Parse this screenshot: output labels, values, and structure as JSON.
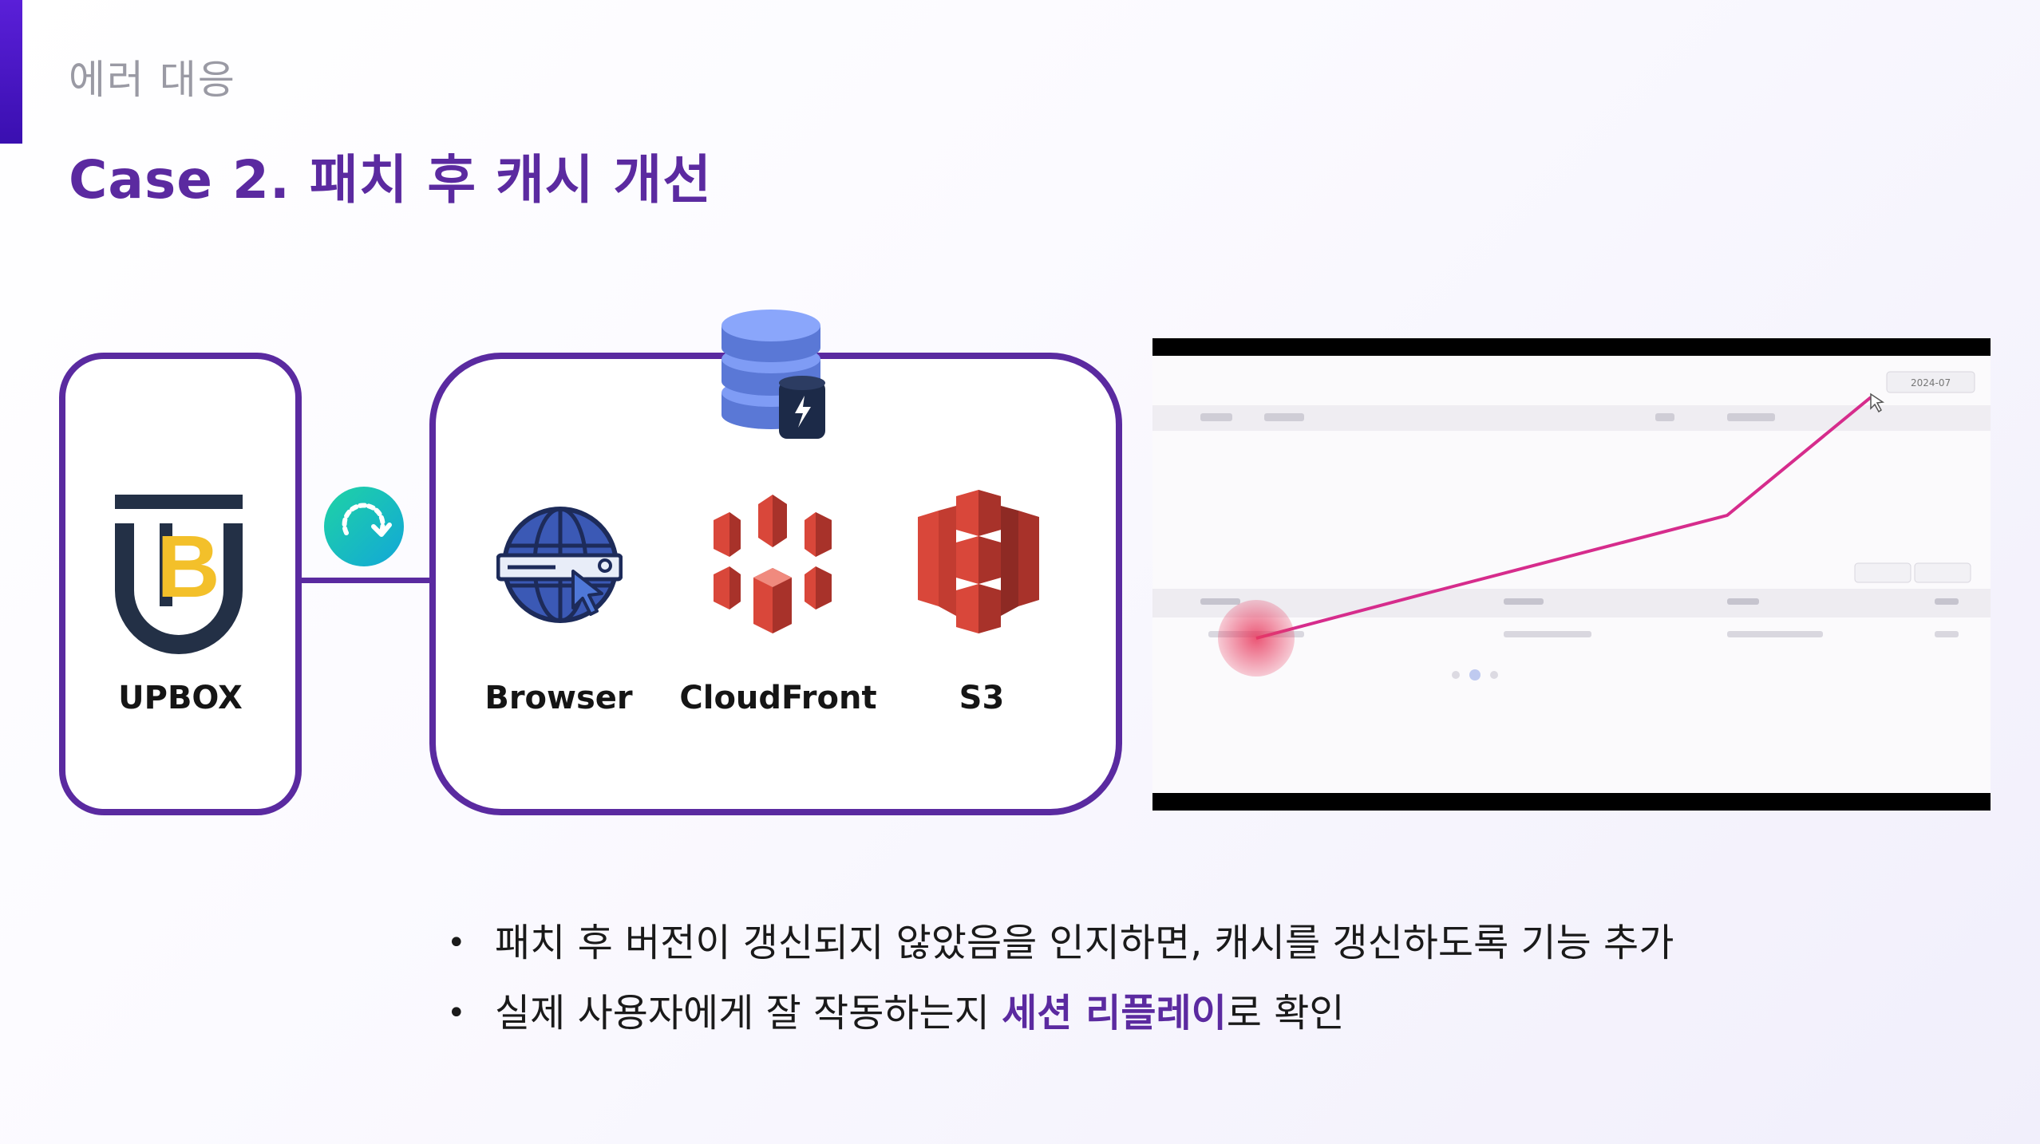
{
  "header": {
    "section": "에러 대응",
    "title": "Case 2. 패치 후 캐시 개선"
  },
  "diagram": {
    "upbox_label": "UPBOX",
    "upbox_logo_letter": "B",
    "browser_label": "Browser",
    "cloudfront_label": "CloudFront",
    "s3_label": "S3"
  },
  "screenshot": {
    "date_label": "2024-07"
  },
  "bullets": {
    "item1": "패치 후 버전이 갱신되지 않았음을 인지하면, 캐시를 갱신하도록 기능 추가",
    "item2_before": "실제 사용자에게 잘 작동하는지 ",
    "item2_highlight": "세션 리플레이",
    "item2_after": "로 확인",
    "marker": "•"
  },
  "colors": {
    "brand_purple": "#5a2aa0",
    "aws_red": "#d9473a",
    "teal": "#19c7a8",
    "db_blue": "#6f8ef0"
  }
}
